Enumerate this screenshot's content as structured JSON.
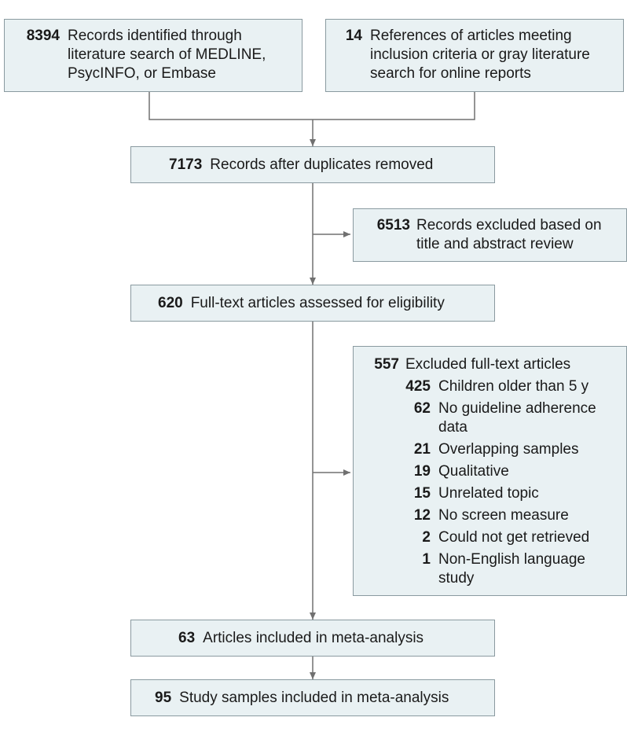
{
  "boxes": {
    "search_db": {
      "count": "8394",
      "label": "Records identified through literature search of MEDLINE, PsycINFO, or Embase"
    },
    "search_other": {
      "count": "14",
      "label": "References of articles meeting inclusion criteria or gray literature search for online reports"
    },
    "after_dupes": {
      "count": "7173",
      "label": "Records after duplicates removed"
    },
    "excluded_title": {
      "count": "6513",
      "label": "Records excluded based on title and abstract review"
    },
    "full_text": {
      "count": "620",
      "label": "Full-text articles assessed for eligibility"
    },
    "excluded_full": {
      "count": "557",
      "label": "Excluded full-text articles",
      "reasons": [
        {
          "count": "425",
          "label": "Children older than 5 y"
        },
        {
          "count": "62",
          "label": "No guideline adherence data"
        },
        {
          "count": "21",
          "label": "Overlapping samples"
        },
        {
          "count": "19",
          "label": "Qualitative"
        },
        {
          "count": "15",
          "label": "Unrelated topic"
        },
        {
          "count": "12",
          "label": "No screen measure"
        },
        {
          "count": "2",
          "label": "Could not get retrieved"
        },
        {
          "count": "1",
          "label": "Non-English language study"
        }
      ]
    },
    "included_articles": {
      "count": "63",
      "label": "Articles included in meta-analysis"
    },
    "included_samples": {
      "count": "95",
      "label": "Study samples included in meta-analysis"
    }
  },
  "colors": {
    "box_fill": "#e9f1f3",
    "box_border": "#8a9aa0",
    "connector": "#707070"
  }
}
